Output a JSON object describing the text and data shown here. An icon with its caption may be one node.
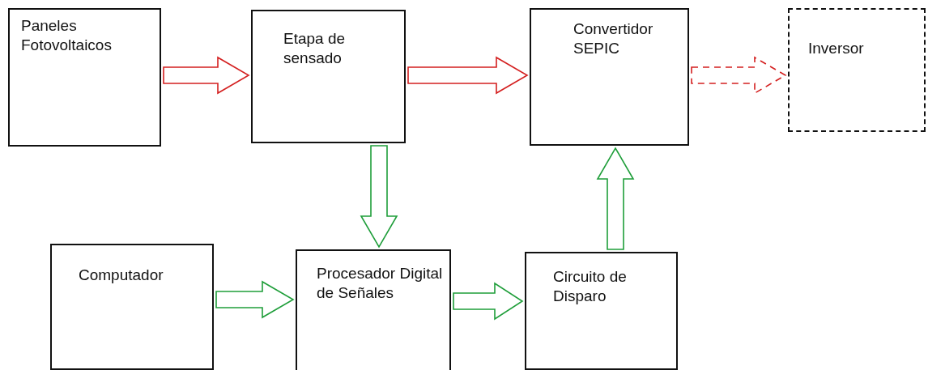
{
  "diagram": {
    "nodes": [
      {
        "text": [
          "Paneles Fotovoltaicos"
        ]
      },
      {
        "text": [
          "Etapa de sensado"
        ]
      },
      {
        "text": [
          "Convertidor SEPIC"
        ]
      },
      {
        "text": [
          "Inversor"
        ]
      },
      {
        "text": [
          "Computador"
        ]
      },
      {
        "text": [
          "Procesador Digital de Señales"
        ]
      },
      {
        "text": [
          "Circuito de Disparo"
        ]
      }
    ],
    "edges": [
      {
        "from": 0,
        "to": 1,
        "arrow": "to",
        "color": "#d42020"
      },
      {
        "from": 1,
        "to": 2,
        "arrow": "to",
        "color": "#d42020"
      },
      {
        "from": 2,
        "to": 3,
        "arrow": "to",
        "style": "dashed",
        "color": "#d42020"
      },
      {
        "from": 1,
        "to": 5,
        "arrow": "to",
        "color": "#1f9e3a"
      },
      {
        "from": 4,
        "to": 5,
        "arrow": "to",
        "color": "#1f9e3a"
      },
      {
        "from": 5,
        "to": 6,
        "arrow": "to",
        "color": "#1f9e3a"
      },
      {
        "from": 6,
        "to": 2,
        "arrow": "to",
        "color": "#1f9e3a"
      }
    ]
  }
}
